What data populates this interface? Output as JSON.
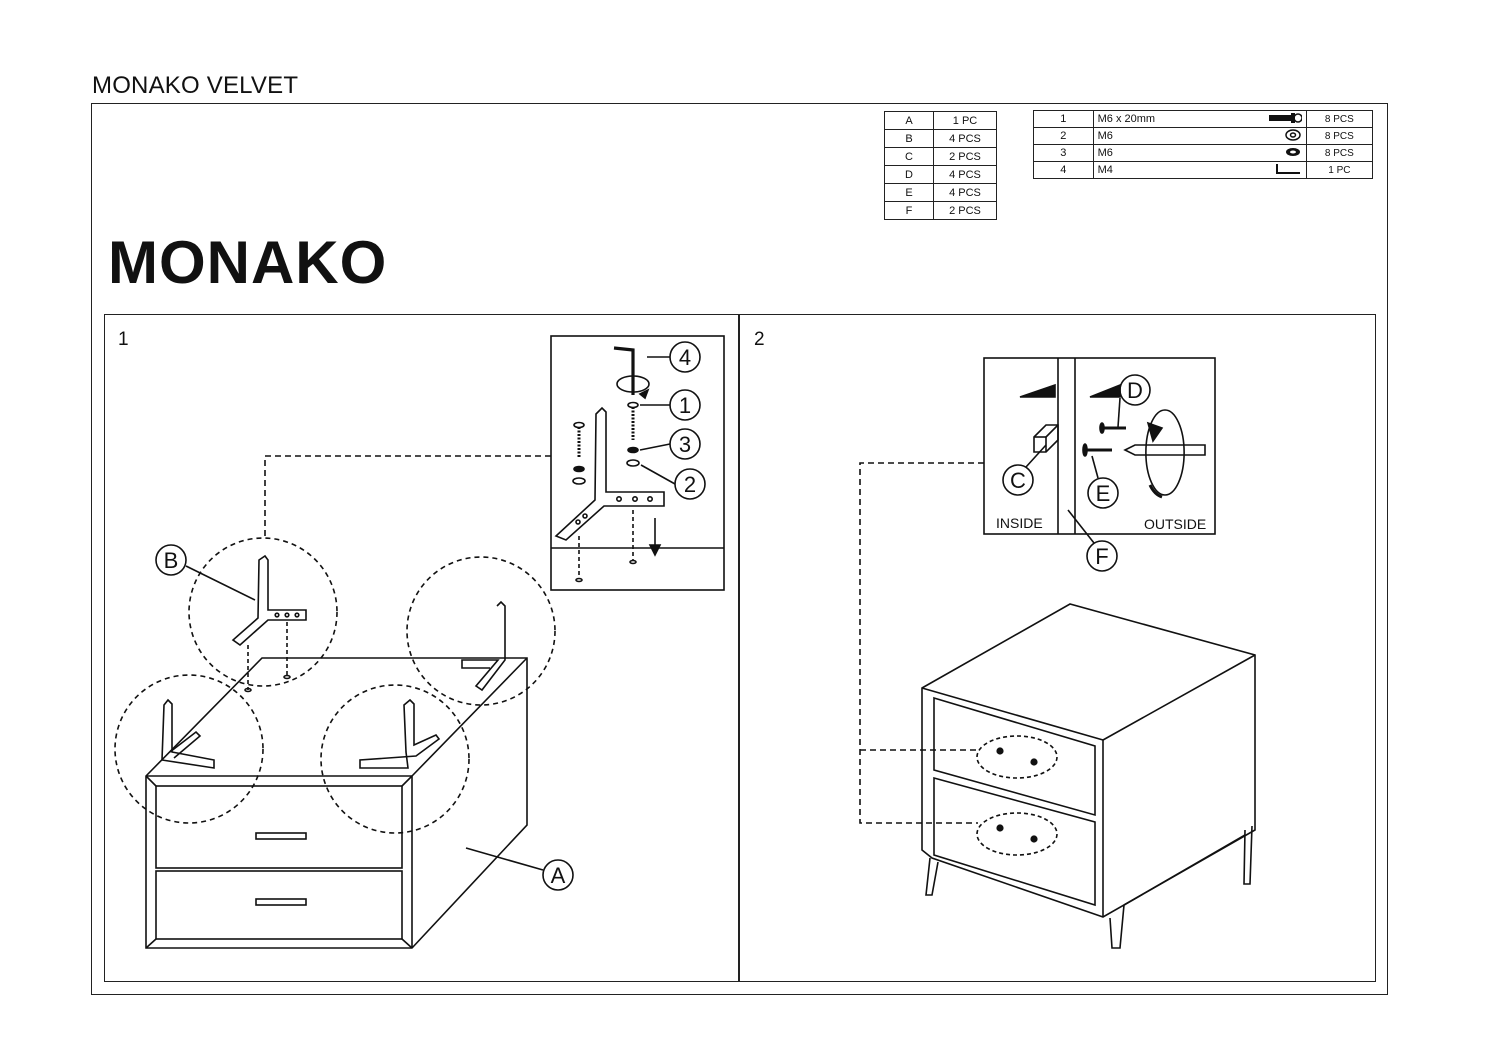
{
  "document": {
    "title": "MONAKO VELVET",
    "brand": "MONAKO"
  },
  "parts_list": [
    {
      "id": "A",
      "qty": "1 PC"
    },
    {
      "id": "B",
      "qty": "4 PCS"
    },
    {
      "id": "C",
      "qty": "2 PCS"
    },
    {
      "id": "D",
      "qty": "4 PCS"
    },
    {
      "id": "E",
      "qty": "4 PCS"
    },
    {
      "id": "F",
      "qty": "2 PCS"
    }
  ],
  "hardware_list": [
    {
      "num": "1",
      "size": "M6 x 20mm",
      "icon": "bolt-icon",
      "qty": "8 PCS"
    },
    {
      "num": "2",
      "size": "M6",
      "icon": "washer-icon",
      "qty": "8 PCS"
    },
    {
      "num": "3",
      "size": "M6",
      "icon": "lock-washer-icon",
      "qty": "8 PCS"
    },
    {
      "num": "4",
      "size": "M4",
      "icon": "allen-key-icon",
      "qty": "1 PC"
    }
  ],
  "steps": [
    {
      "number": "1"
    },
    {
      "number": "2"
    }
  ],
  "callouts": {
    "step1": {
      "leg": "B",
      "body": "A",
      "key": "4",
      "bolt": "1",
      "lock_washer": "3",
      "washer": "2"
    },
    "step2": {
      "handle_base": "C",
      "screw_d": "D",
      "screw_e": "E",
      "panel": "F",
      "inside": "INSIDE",
      "outside": "OUTSIDE"
    }
  }
}
